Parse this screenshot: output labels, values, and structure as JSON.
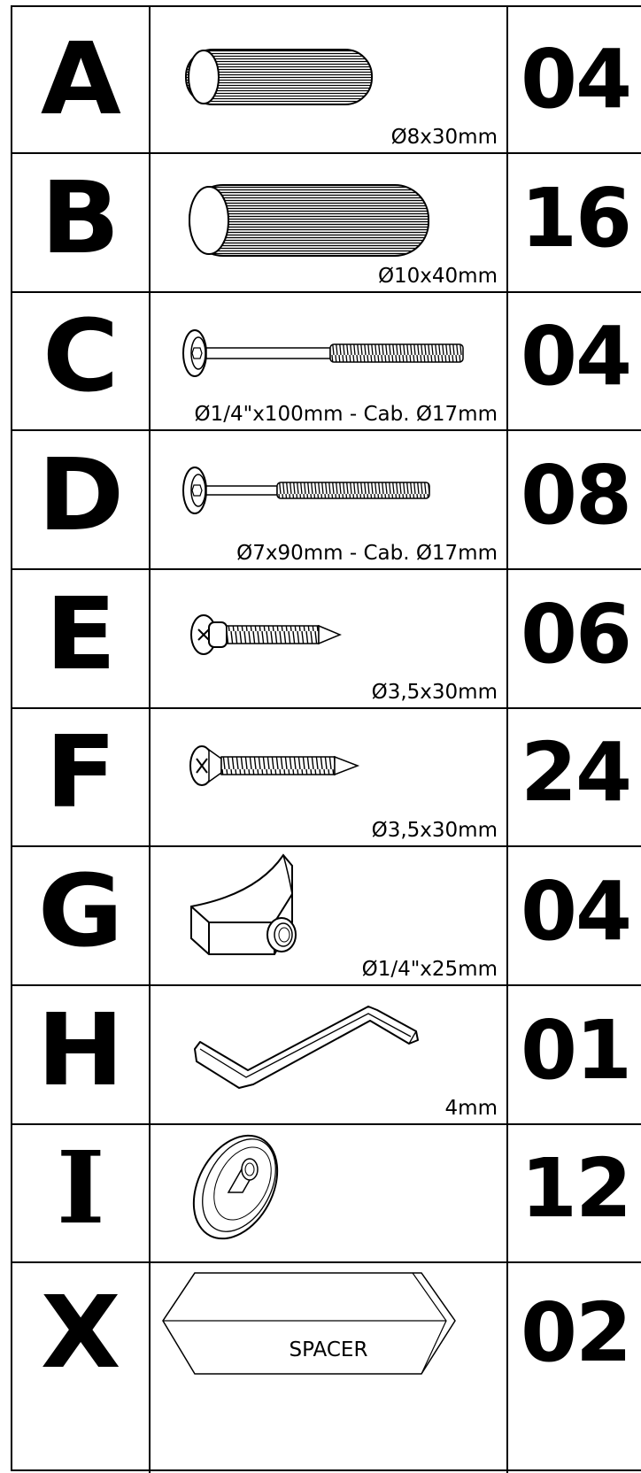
{
  "parts": [
    {
      "letter": "A",
      "dimension": "Ø8x30mm",
      "quantity": "04"
    },
    {
      "letter": "B",
      "dimension": "Ø10x40mm",
      "quantity": "16"
    },
    {
      "letter": "C",
      "dimension": "Ø1/4\"x100mm - Cab. Ø17mm",
      "quantity": "04"
    },
    {
      "letter": "D",
      "dimension": "Ø7x90mm - Cab. Ø17mm",
      "quantity": "08"
    },
    {
      "letter": "E",
      "dimension": "Ø3,5x30mm",
      "quantity": "06"
    },
    {
      "letter": "F",
      "dimension": "Ø3,5x30mm",
      "quantity": "24"
    },
    {
      "letter": "G",
      "dimension": "Ø1/4\"x25mm",
      "quantity": "04"
    },
    {
      "letter": "H",
      "dimension": "4mm",
      "quantity": "01"
    },
    {
      "letter": "I",
      "dimension": "",
      "quantity": "12"
    },
    {
      "letter": "X",
      "dimension": "",
      "label": "SPACER",
      "quantity": "02"
    }
  ],
  "icons": [
    "wooden-dowel-icon",
    "wooden-dowel-icon",
    "connector-bolt-icon",
    "connector-bolt-icon",
    "pan-head-screw-icon",
    "flat-head-screw-icon",
    "barrel-nut-icon",
    "allen-key-icon",
    "cam-disc-icon",
    "spacer-block-icon"
  ]
}
